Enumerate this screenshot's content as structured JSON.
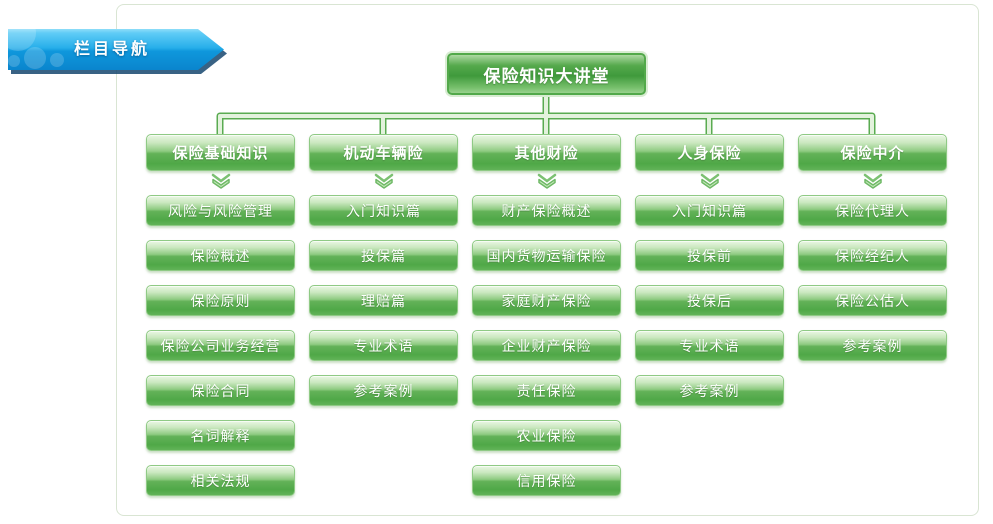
{
  "banner": {
    "label": "栏目导航"
  },
  "root": {
    "label": "保险知识大讲堂"
  },
  "columns": [
    {
      "header": "保险基础知识",
      "items": [
        "风险与风险管理",
        "保险概述",
        "保险原则",
        "保险公司业务经营",
        "保险合同",
        "名词解释",
        "相关法规"
      ]
    },
    {
      "header": "机动车辆险",
      "items": [
        "入门知识篇",
        "投保篇",
        "理赔篇",
        "专业术语",
        "参考案例"
      ]
    },
    {
      "header": "其他财险",
      "items": [
        "财产保险概述",
        "国内货物运输保险",
        "家庭财产保险",
        "企业财产保险",
        "责任保险",
        "农业保险",
        "信用保险"
      ]
    },
    {
      "header": "人身保险",
      "items": [
        "入门知识篇",
        "投保前",
        "投保后",
        "专业术语",
        "参考案例"
      ]
    },
    {
      "header": "保险中介",
      "items": [
        "保险代理人",
        "保险经纪人",
        "保险公估人",
        "参考案例"
      ]
    }
  ],
  "colors": {
    "button_green": "#4fa847",
    "button_border_green": "#8fca85",
    "connector_green": "#5aab51",
    "banner_blue": "#0f97dc",
    "banner_shadow_navy": "#16476e",
    "panel_border": "#d9e5d3",
    "text_white": "#ffffff"
  }
}
